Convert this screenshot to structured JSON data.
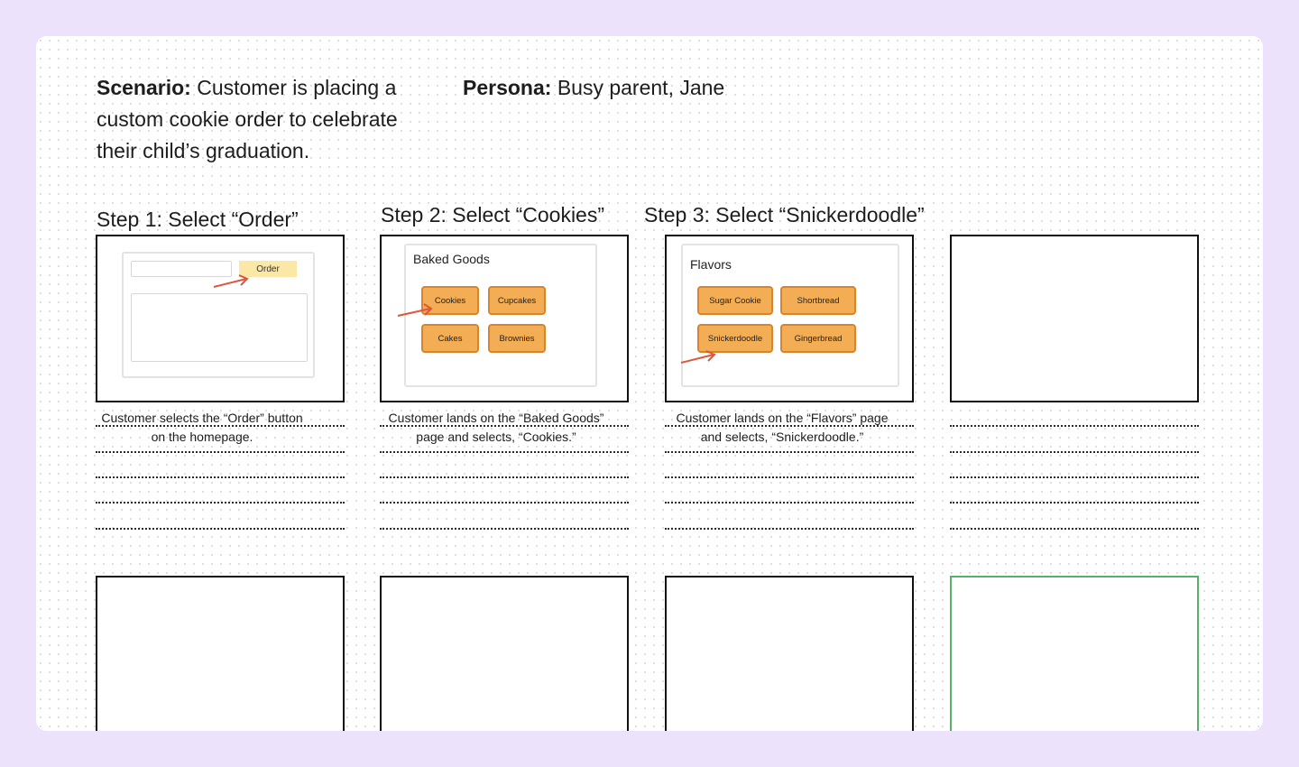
{
  "scenario": {
    "label": "Scenario:",
    "text": "Customer is placing a custom cookie order to celebrate their child’s graduation."
  },
  "persona": {
    "label": "Persona:",
    "text": "Busy parent, Jane"
  },
  "steps": [
    {
      "title": "Step 1: Select “Order”",
      "order_button": "Order",
      "caption_line1": "Customer selects the “Order” button",
      "caption_line2": "on the homepage."
    },
    {
      "title": "Step 2: Select “Cookies”",
      "panel_title": "Baked Goods",
      "options": [
        "Cookies",
        "Cupcakes",
        "Cakes",
        "Brownies"
      ],
      "caption_line1": "Customer lands on the “Baked Goods”",
      "caption_line2": "page and selects, “Cookies.”"
    },
    {
      "title": "Step 3: Select “Snickerdoodle”",
      "panel_title": "Flavors",
      "options": [
        "Sugar Cookie",
        "Shortbread",
        "Snickerdoodle",
        "Gingerbread"
      ],
      "caption_line1": "Customer lands on the “Flavors” page",
      "caption_line2": "and selects, “Snickerdoodle.”"
    }
  ],
  "colors": {
    "background": "#ede2fb",
    "accent_arrow": "#e0553b",
    "option_fill": "#f2ad55",
    "highlight_border": "#58b06a"
  }
}
